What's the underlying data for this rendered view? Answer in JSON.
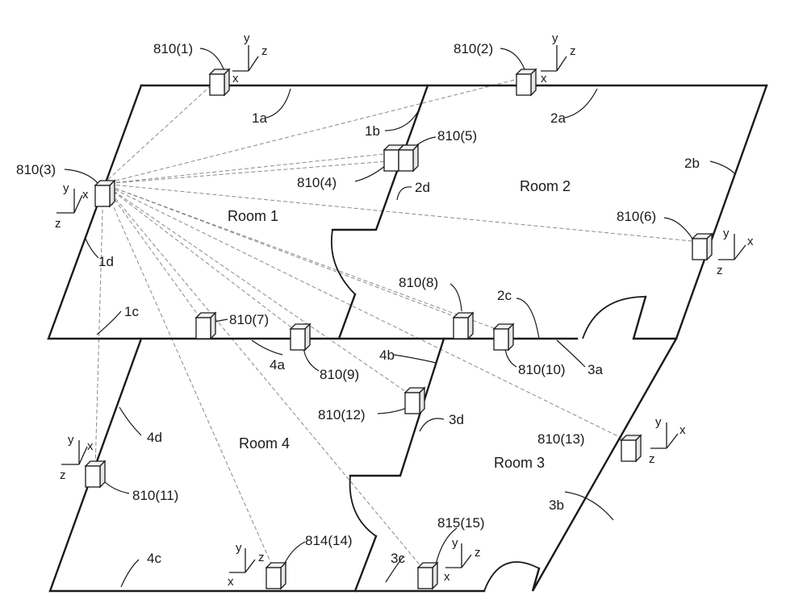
{
  "rooms": {
    "room1": "Room 1",
    "room2": "Room 2",
    "room3": "Room 3",
    "room4": "Room 4"
  },
  "walls": {
    "w1a": "1a",
    "w1b": "1b",
    "w1c": "1c",
    "w1d": "1d",
    "w2a": "2a",
    "w2b": "2b",
    "w2c": "2c",
    "w2d": "2d",
    "w3a": "3a",
    "w3b": "3b",
    "w3c": "3c",
    "w3d": "3d",
    "w4a": "4a",
    "w4b": "4b",
    "w4c": "4c",
    "w4d": "4d"
  },
  "devices": {
    "d1": "810(1)",
    "d2": "810(2)",
    "d3": "810(3)",
    "d4": "810(4)",
    "d5": "810(5)",
    "d6": "810(6)",
    "d7": "810(7)",
    "d8": "810(8)",
    "d9": "810(9)",
    "d10": "810(10)",
    "d11": "810(11)",
    "d12": "810(12)",
    "d13": "810(13)",
    "d14": "814(14)",
    "d15": "815(15)"
  },
  "axes": {
    "x": "x",
    "y": "y",
    "z": "z"
  }
}
